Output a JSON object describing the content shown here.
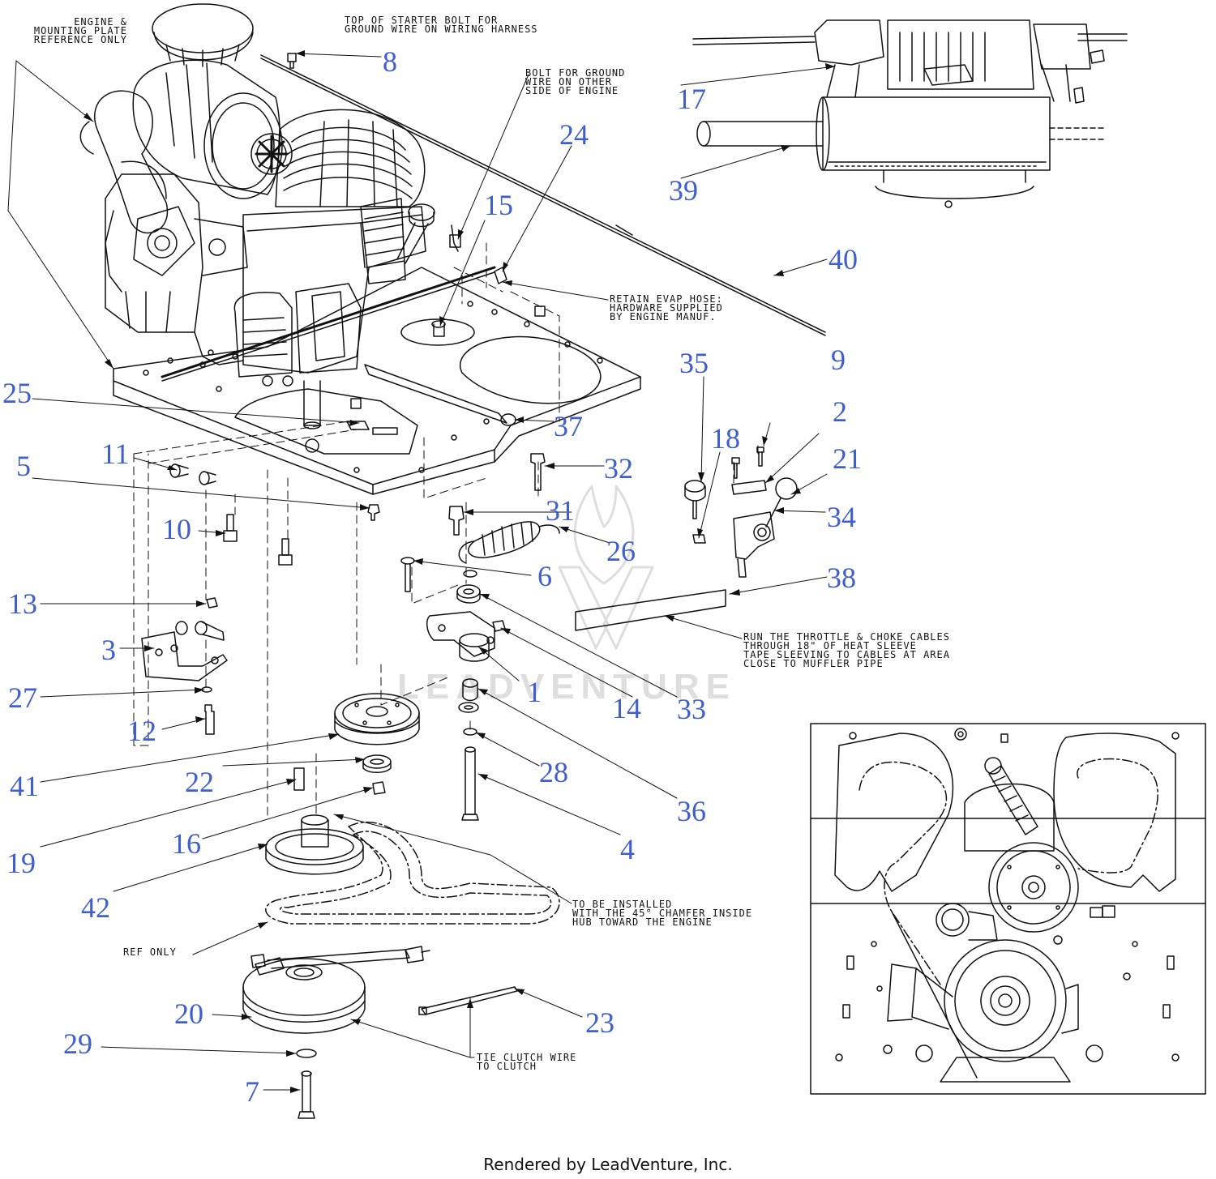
{
  "colors": {
    "label_blue": "#3f5fcf",
    "line": "#111111",
    "watermark": "#dedede"
  },
  "notes": {
    "engine_ref": "ENGINE &\nMOUNTING PLATE\nREFERENCE ONLY",
    "starter_bolt": "TOP OF STARTER BOLT FOR\nGROUND WIRE ON WIRING HARNESS",
    "ground_bolt": "BOLT FOR GROUND\nWIRE ON OTHER\nSIDE OF ENGINE",
    "evap_hose": "RETAIN EVAP HOSE:\nHARDWARE SUPPLIED\nBY ENGINE MANUF.",
    "throttle": "RUN THE THROTTLE & CHOKE CABLES\nTHROUGH 18\" OF HEAT SLEEVE\nTAPE SLEEVING TO CABLES AT AREA\nCLOSE TO MUFFLER PIPE",
    "chamfer": "TO BE INSTALLED\nWITH THE 45° CHAMFER INSIDE\nHUB TOWARD THE ENGINE",
    "ref_only": "REF ONLY",
    "tie_clutch": "TIE CLUTCH WIRE\nTO CLUTCH"
  },
  "watermark": "LEADVENTURE",
  "footer": "Rendered by LeadVenture, Inc.",
  "callouts": [
    {
      "id": "8",
      "label": "8"
    },
    {
      "id": "17",
      "label": "17"
    },
    {
      "id": "39",
      "label": "39"
    },
    {
      "id": "24",
      "label": "24"
    },
    {
      "id": "15",
      "label": "15"
    },
    {
      "id": "40",
      "label": "40"
    },
    {
      "id": "25",
      "label": "25"
    },
    {
      "id": "37",
      "label": "37"
    },
    {
      "id": "35",
      "label": "35"
    },
    {
      "id": "9",
      "label": "9"
    },
    {
      "id": "2",
      "label": "2"
    },
    {
      "id": "18",
      "label": "18"
    },
    {
      "id": "21",
      "label": "21"
    },
    {
      "id": "11",
      "label": "11"
    },
    {
      "id": "5",
      "label": "5"
    },
    {
      "id": "32",
      "label": "32"
    },
    {
      "id": "31",
      "label": "31"
    },
    {
      "id": "34",
      "label": "34"
    },
    {
      "id": "10",
      "label": "10"
    },
    {
      "id": "26",
      "label": "26"
    },
    {
      "id": "6",
      "label": "6"
    },
    {
      "id": "38",
      "label": "38"
    },
    {
      "id": "13",
      "label": "13"
    },
    {
      "id": "3",
      "label": "3"
    },
    {
      "id": "1",
      "label": "1"
    },
    {
      "id": "14",
      "label": "14"
    },
    {
      "id": "33",
      "label": "33"
    },
    {
      "id": "27",
      "label": "27"
    },
    {
      "id": "12",
      "label": "12"
    },
    {
      "id": "41",
      "label": "41"
    },
    {
      "id": "22",
      "label": "22"
    },
    {
      "id": "28",
      "label": "28"
    },
    {
      "id": "36",
      "label": "36"
    },
    {
      "id": "19",
      "label": "19"
    },
    {
      "id": "16",
      "label": "16"
    },
    {
      "id": "4",
      "label": "4"
    },
    {
      "id": "42",
      "label": "42"
    },
    {
      "id": "20",
      "label": "20"
    },
    {
      "id": "23",
      "label": "23"
    },
    {
      "id": "29",
      "label": "29"
    },
    {
      "id": "7",
      "label": "7"
    }
  ]
}
